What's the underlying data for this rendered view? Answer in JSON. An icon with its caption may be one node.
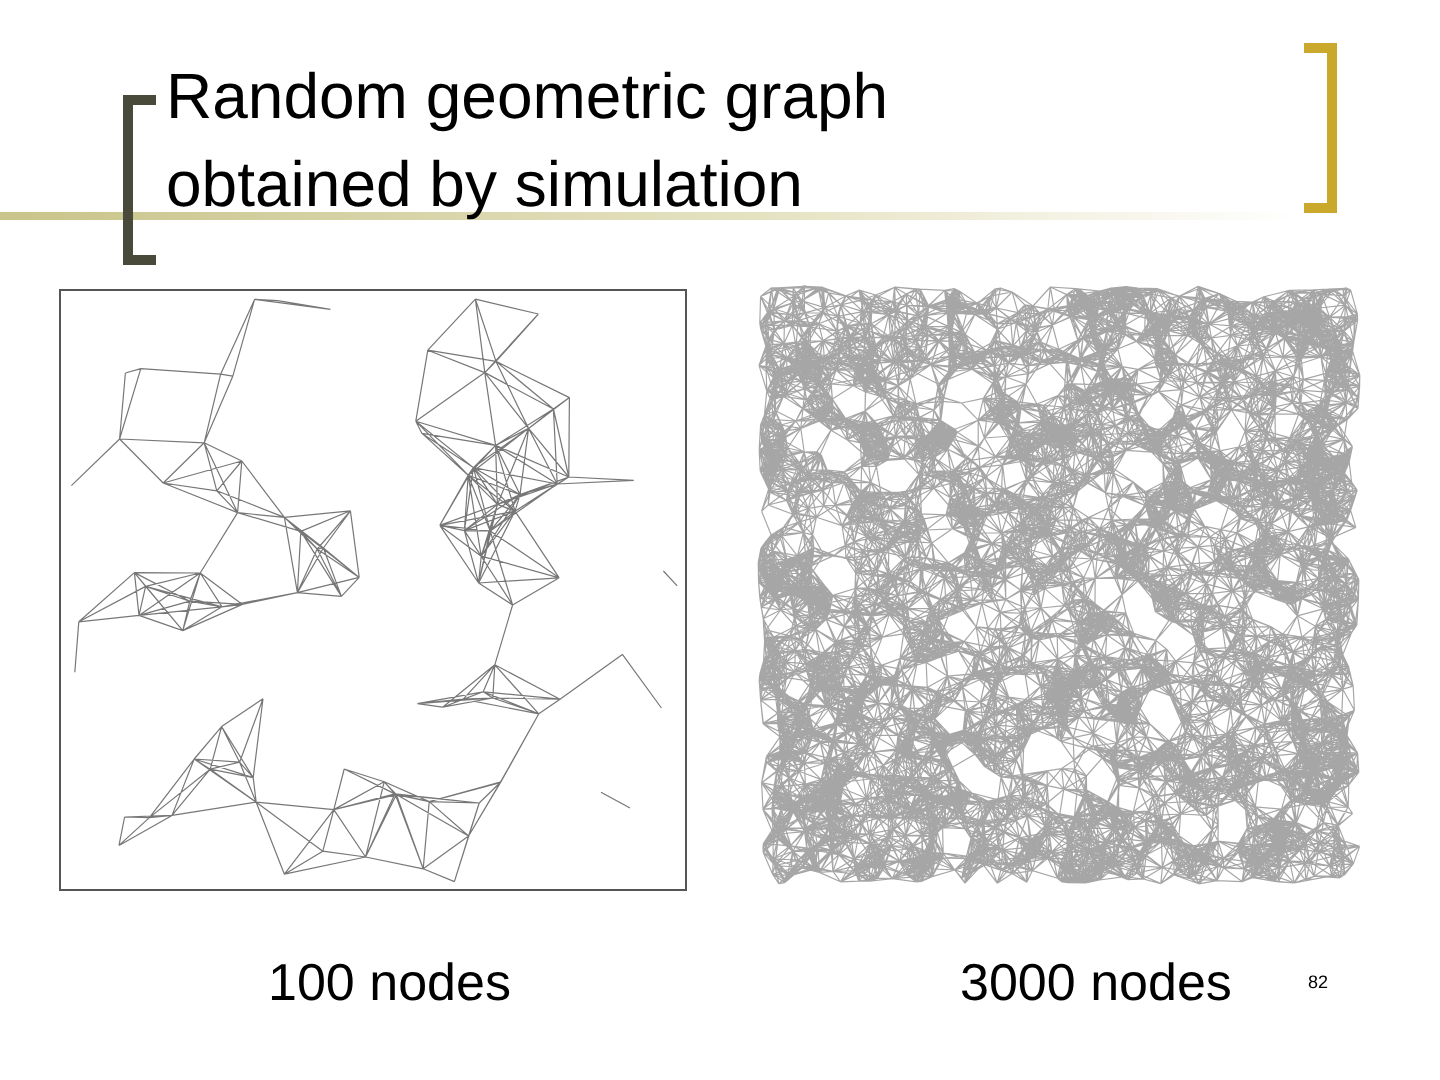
{
  "diagram": {
    "title": "Random geometric graph obtained by simulation",
    "labels": [
      "100 nodes",
      "3000 nodes",
      "82"
    ]
  }
}
